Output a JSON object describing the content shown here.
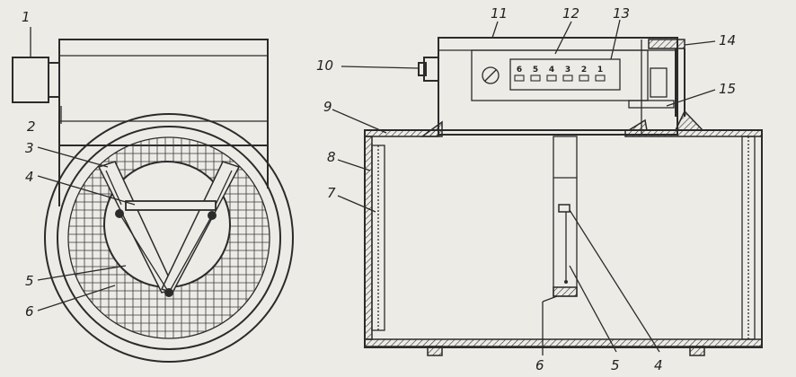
{
  "left_view": {
    "labels": [
      "1",
      "2",
      "3",
      "4",
      "5",
      "6"
    ]
  },
  "right_view": {
    "labels": [
      "4",
      "5",
      "6",
      "7",
      "8",
      "9",
      "10",
      "11",
      "12",
      "13",
      "14",
      "15"
    ],
    "connector_pins": [
      "6",
      "5",
      "4",
      "3",
      "2",
      "1"
    ]
  },
  "colors": {
    "paper": "#ecebe6",
    "ink": "#2b2b2b"
  }
}
